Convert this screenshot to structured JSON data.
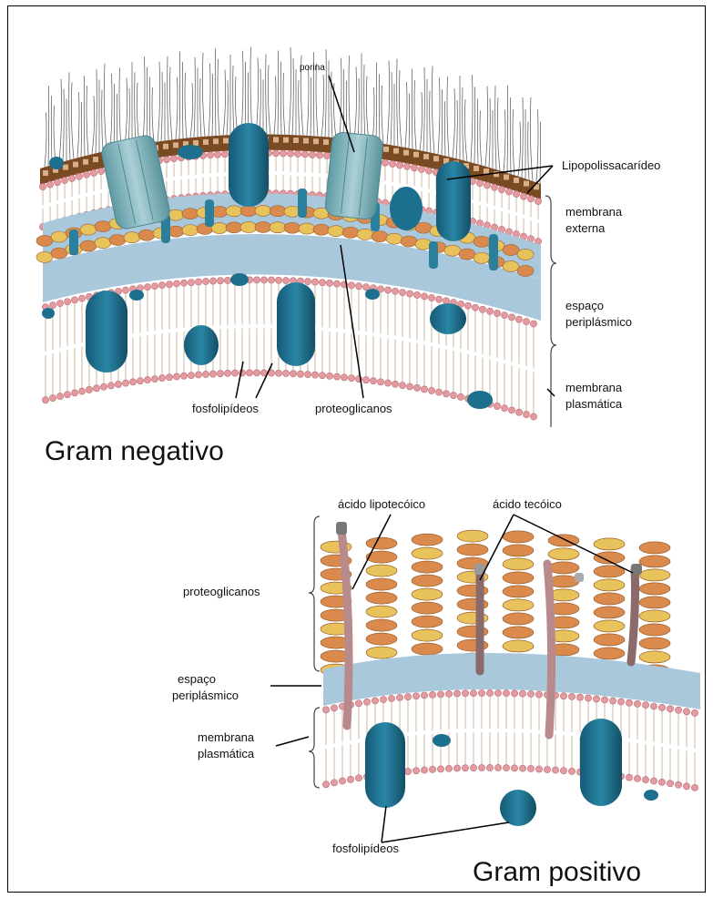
{
  "gram_negative": {
    "title": "Gram negativo",
    "labels": {
      "porina": "porina",
      "lipopolissacarideo": "Lipopolissacarídeo",
      "membrana_externa": [
        "membrana",
        "externa"
      ],
      "espaco_periplasmico": [
        "espaço",
        "periplásmico"
      ],
      "membrana_plasmatica": [
        "membrana",
        "plasmática"
      ],
      "fosfolipideos": "fosfolipídeos",
      "proteoglicanos": "proteoglicanos"
    }
  },
  "gram_positive": {
    "title": "Gram positivo",
    "labels": {
      "acido_lipotecoico": "ácido lipotecóico",
      "acido_tecoico": "ácido tecóico",
      "proteoglicanos": "proteoglicanos",
      "espaco_periplasmico": [
        "espaço",
        "periplásmico"
      ],
      "membrana_plasmatica": [
        "membrana",
        "plasmática"
      ],
      "fosfolipideos": "fosfolipídeos"
    }
  },
  "colors": {
    "protein": "#1d6f8e",
    "porin": "#7fb3bb",
    "periplasm": "#a9c8dc",
    "head": "#e59aa0",
    "peptidoglycan_orange": "#d98a4c",
    "peptidoglycan_yellow": "#e8c25a",
    "lps": "#6a4020",
    "teichoic": "#b88a8c"
  }
}
